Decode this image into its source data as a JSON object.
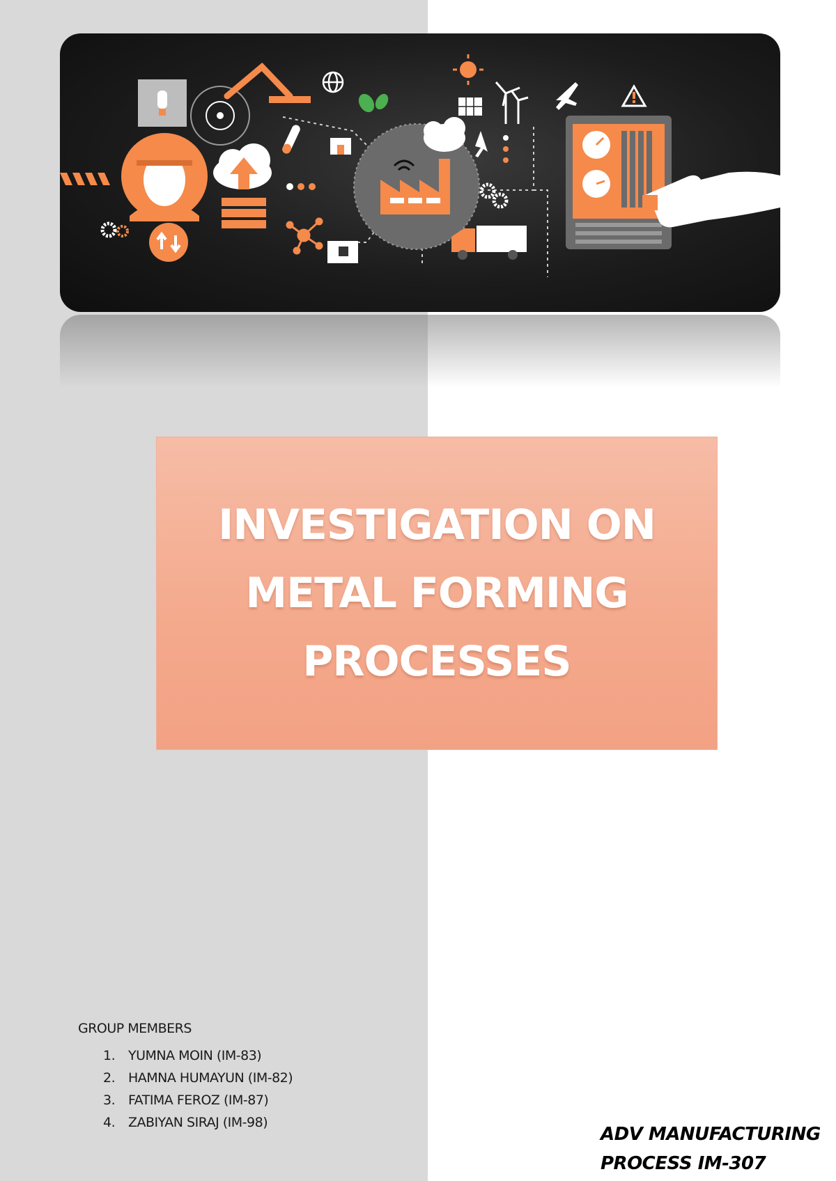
{
  "title": {
    "line1": "INVESTIGATION ON",
    "line2": "METAL FORMING",
    "line3": "PROCESSES"
  },
  "group": {
    "heading": "GROUP MEMBERS",
    "members": [
      {
        "num": "1.",
        "name": "YUMNA MOIN (IM-83)"
      },
      {
        "num": "2.",
        "name": "HAMNA HUMAYUN (IM-82)"
      },
      {
        "num": "3.",
        "name": "FATIMA FEROZ (IM-87)"
      },
      {
        "num": "4.",
        "name": "ZABIYAN SIRAJ (IM-98)"
      }
    ]
  },
  "course": {
    "line1": "ADV MANUFACTURING",
    "line2": "PROCESS IM-307"
  },
  "colors": {
    "accent_orange": "#f58a4b",
    "title_box": "#f4a98c",
    "left_band": "#d9d9d9",
    "hero_bg": "#1c1c1c"
  },
  "hero_icons": [
    "worker-icon",
    "light-bulb-icon",
    "robot-arm-icon",
    "globe-icon",
    "cloud-upload-icon",
    "factory-icon",
    "wind-turbine-icon",
    "sun-icon",
    "solar-panel-icon",
    "airplane-icon",
    "warning-icon",
    "control-panel-icon",
    "hand-icon",
    "truck-icon",
    "gears-icon",
    "network-icon",
    "test-tube-icon",
    "plant-icon"
  ]
}
